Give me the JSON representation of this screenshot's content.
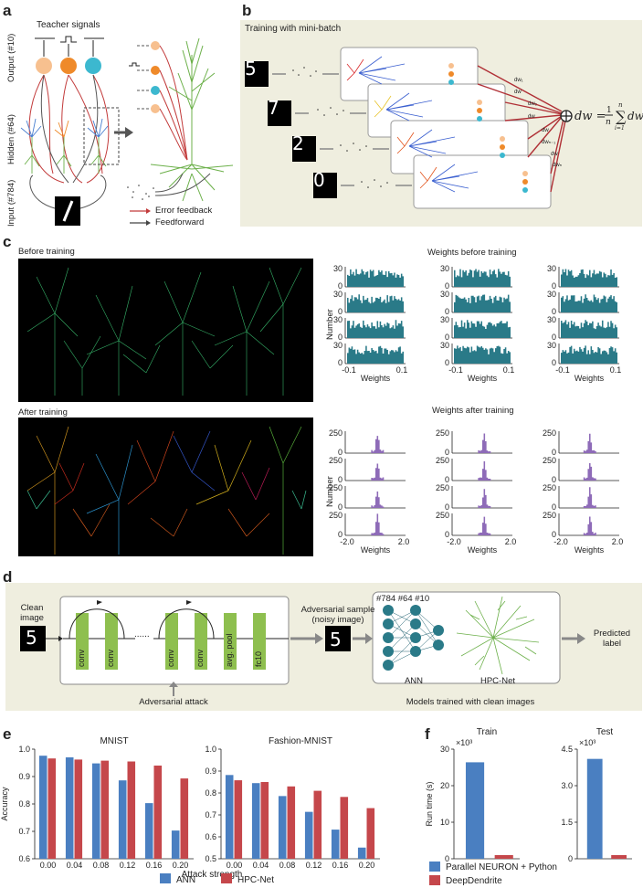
{
  "panels": {
    "a": {
      "label": "a",
      "teacher": "Teacher signals",
      "output": "Output (#10)",
      "hidden": "Hidden (#64)",
      "input": "Input (#784)",
      "legend_error": "Error feedback",
      "legend_ff": "Feedforward"
    },
    "b": {
      "label": "b",
      "title": "Training with mini-batch",
      "dw_labels": [
        "dw₁",
        "dw",
        "dw₂",
        "dw",
        "dw",
        "dwₙ₋₁",
        "dw",
        "dwₙ"
      ],
      "formula": "dw = 1/n ∑ dwᵢ",
      "formula_lhs": "dw =",
      "formula_frac_top": "1",
      "formula_frac_bot": "n",
      "formula_sum_top": "n",
      "formula_sum_bot": "i=1",
      "formula_rhs": "dwᵢ",
      "digits": [
        "5",
        "7",
        "2",
        "0"
      ]
    },
    "c": {
      "label": "c",
      "before": "Before training",
      "after": "After training",
      "wb_title": "Weights before training",
      "wa_title": "Weights after training",
      "ylabel": "Number",
      "xlabel": "Weights",
      "before_yticks": [
        "30",
        "0"
      ],
      "before_xticks": [
        "-0.1",
        "0.1"
      ],
      "after_yticks": [
        "250",
        "0"
      ],
      "after_xticks": [
        "-2.0",
        "2.0"
      ]
    },
    "d": {
      "label": "d",
      "clean": "Clean",
      "image": "image",
      "blocks": [
        "conv",
        "conv",
        "conv",
        "conv",
        "avg. pool",
        "fc10"
      ],
      "dots": "......",
      "attack": "Adversarial attack",
      "adv1": "Adversarial sample",
      "adv2": "(noisy image)",
      "net_top": "#784  #64  #10",
      "ann": "ANN",
      "hpc": "HPC-Net",
      "models": "Models trained with clean images",
      "pred1": "Predicted",
      "pred2": "label"
    },
    "e": {
      "label": "e"
    },
    "f": {
      "label": "f"
    }
  },
  "colors": {
    "ann": "#4a7fc1",
    "hpc": "#c5474b",
    "teal": "#2a7a88",
    "purple": "#8e6bb8",
    "neuron_green": "#6cb04a",
    "block_green": "#8ebf4f",
    "bg": "#efeedf"
  },
  "chart_data": [
    {
      "type": "bar",
      "title": "MNIST",
      "ylabel": "Accuracy",
      "xlabel": "Attack strength",
      "categories": [
        "0.00",
        "0.04",
        "0.08",
        "0.12",
        "0.16",
        "0.20"
      ],
      "ylim": [
        0.6,
        1.0
      ],
      "yticks": [
        "0.6",
        "0.7",
        "0.8",
        "0.9",
        "1.0"
      ],
      "series": [
        {
          "name": "ANN",
          "values": [
            0.976,
            0.97,
            0.948,
            0.886,
            0.803,
            0.703
          ]
        },
        {
          "name": "HPC-Net",
          "values": [
            0.966,
            0.962,
            0.958,
            0.955,
            0.94,
            0.893
          ]
        }
      ]
    },
    {
      "type": "bar",
      "title": "Fashion-MNIST",
      "categories": [
        "0.00",
        "0.04",
        "0.08",
        "0.12",
        "0.16",
        "0.20"
      ],
      "ylim": [
        0.5,
        1.0
      ],
      "yticks": [
        "0.5",
        "0.6",
        "0.7",
        "0.8",
        "0.9",
        "1.0"
      ],
      "series": [
        {
          "name": "ANN",
          "values": [
            0.882,
            0.845,
            0.786,
            0.714,
            0.633,
            0.551
          ]
        },
        {
          "name": "HPC-Net",
          "values": [
            0.858,
            0.85,
            0.83,
            0.81,
            0.782,
            0.731
          ]
        }
      ]
    },
    {
      "type": "bar",
      "title": "Train",
      "ylabel": "Run time (s)",
      "exponent": "×10³",
      "ylim": [
        0,
        30
      ],
      "yticks": [
        "0",
        "10",
        "20",
        "30"
      ],
      "series": [
        {
          "name": "Parallel NEURON + Python",
          "values": [
            26.4
          ]
        },
        {
          "name": "DeepDendrite",
          "values": [
            1.0
          ]
        }
      ]
    },
    {
      "type": "bar",
      "title": "Test",
      "exponent": "×10³",
      "ylim": [
        0,
        4.5
      ],
      "yticks": [
        "0",
        "1.5",
        "3.0",
        "4.5"
      ],
      "series": [
        {
          "name": "Parallel NEURON + Python",
          "values": [
            4.1
          ]
        },
        {
          "name": "DeepDendrite",
          "values": [
            0.15
          ]
        }
      ]
    }
  ]
}
